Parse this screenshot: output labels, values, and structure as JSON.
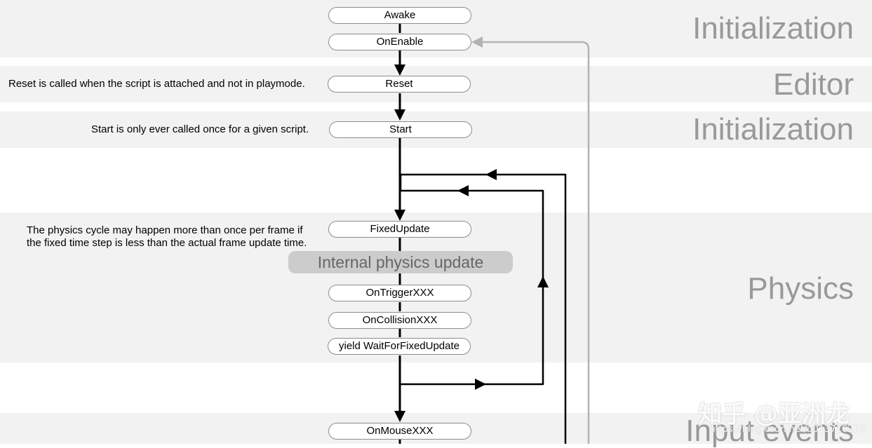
{
  "sections": {
    "initialization_1": "Initialization",
    "editor": "Editor",
    "initialization_2": "Initialization",
    "physics": "Physics",
    "input_events": "Input events"
  },
  "nodes": {
    "awake": "Awake",
    "on_enable": "OnEnable",
    "reset": "Reset",
    "start": "Start",
    "fixed_update": "FixedUpdate",
    "internal_physics_update": "Internal physics update",
    "on_trigger": "OnTriggerXXX",
    "on_collision": "OnCollisionXXX",
    "yield_wait_for_fixed_update": "yield WaitForFixedUpdate",
    "on_mouse": "OnMouseXXX"
  },
  "notes": {
    "reset_note": "Reset is called when the script is attached and not in playmode.",
    "start_note": "Start is only ever called once for a given script.",
    "physics_note_line1": "The physics cycle may happen more than once per frame if",
    "physics_note_line2": "the fixed time step is less than the actual frame update time."
  },
  "watermark": {
    "brand": "知乎 @亚洲龙",
    "url": "https://blog.csdn.net/u013716229"
  },
  "colors": {
    "band": "#f2f2f2",
    "section_label": "#999999",
    "node_border": "#8c8c8c",
    "internal_fill": "#cccccc",
    "internal_text": "#666666",
    "flow_line": "#000000",
    "return_line": "#b3b3b3"
  }
}
